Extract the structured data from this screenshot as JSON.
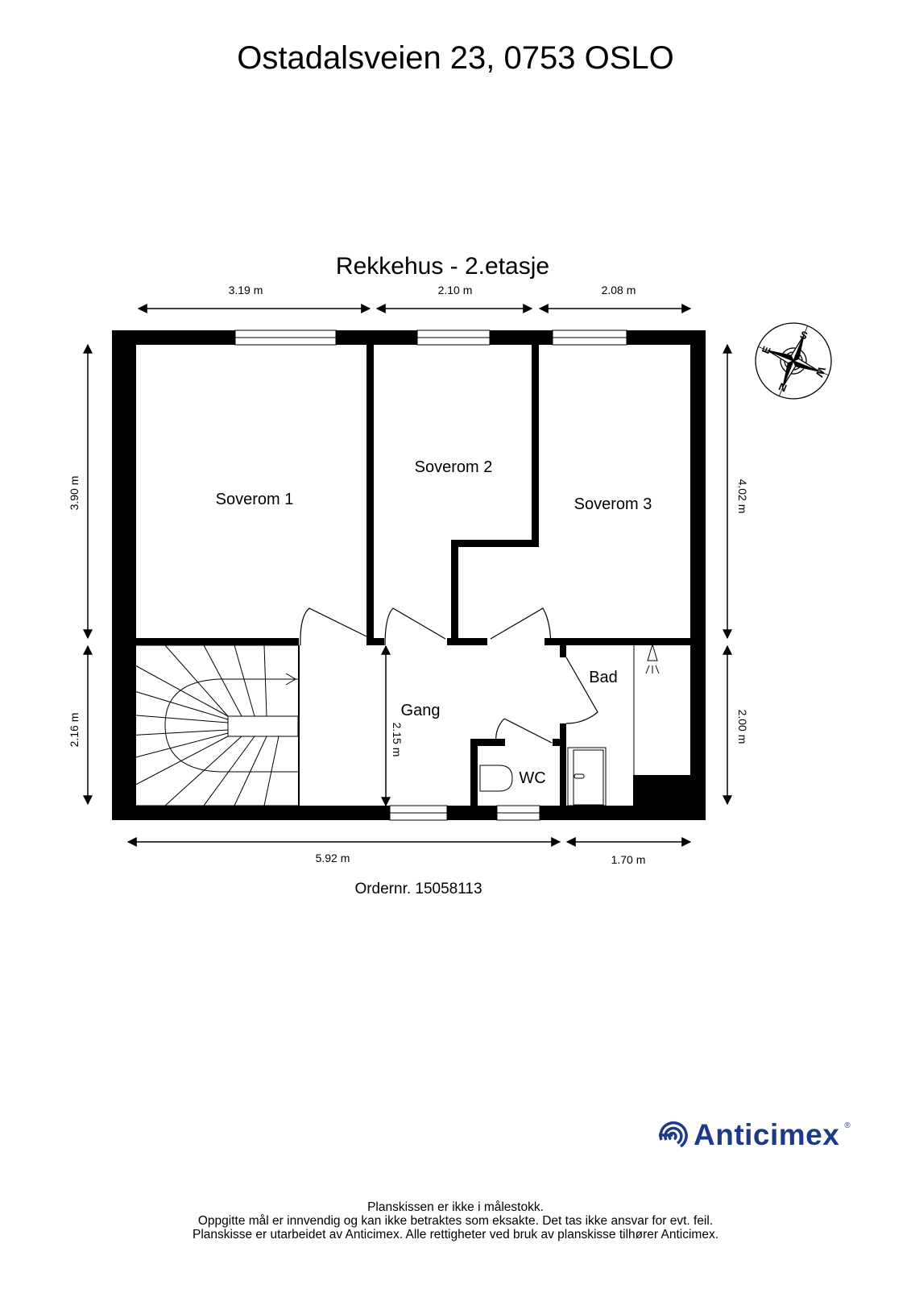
{
  "header": {
    "address": "Ostadalsveien 23, 0753 OSLO",
    "plan_title": "Rekkehus  - 2.etasje"
  },
  "dimensions": {
    "top": [
      "3.19 m",
      "2.10 m",
      "2.08 m"
    ],
    "bottom": [
      "5.92 m",
      "1.70 m"
    ],
    "left": [
      "3.90 m",
      "2.16 m"
    ],
    "right": [
      "4.02 m",
      "2.00 m"
    ],
    "inner_gang": "2.15 m"
  },
  "rooms": {
    "soverom1": "Soverom 1",
    "soverom2": "Soverom 2",
    "soverom3": "Soverom 3",
    "gang": "Gang",
    "bad": "Bad",
    "wc": "WC"
  },
  "compass": {
    "labels": [
      "S",
      "W",
      "N",
      "E"
    ]
  },
  "order": "Ordernr. 15058113",
  "brand": {
    "name": "Anticimex",
    "registered": "®",
    "color": "#1d3a8a"
  },
  "footer": {
    "line1": "Planskissen er ikke i målestokk.",
    "line2": "Oppgitte mål er innvendig og kan ikke betraktes som eksakte. Det tas ikke ansvar for evt. feil.",
    "line3": "Planskisse er utarbeidet av Anticimex. Alle rettigheter ved bruk av planskisse tilhører Anticimex."
  }
}
